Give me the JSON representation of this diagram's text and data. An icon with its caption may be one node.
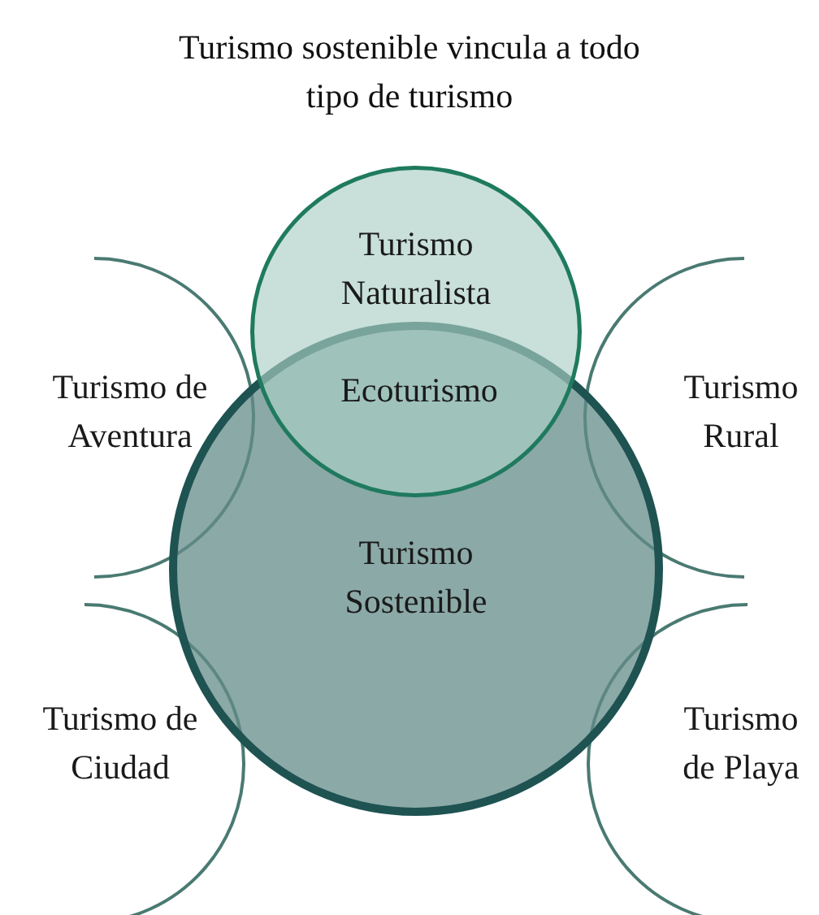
{
  "diagram": {
    "title": "Turismo sostenible vincula a todo tipo de turismo",
    "nodes": [
      {
        "text": [
          "Turismo Naturalista"
        ]
      },
      {
        "text": [
          "Turismo de Aventura"
        ]
      },
      {
        "text": [
          "Turismo Rural"
        ]
      },
      {
        "text": [
          "Turismo Sostenible"
        ]
      },
      {
        "text": [
          "Turismo de Ciudad"
        ]
      },
      {
        "text": [
          "Turismo de Playa"
        ]
      }
    ],
    "labels": [
      "Ecoturismo"
    ]
  }
}
